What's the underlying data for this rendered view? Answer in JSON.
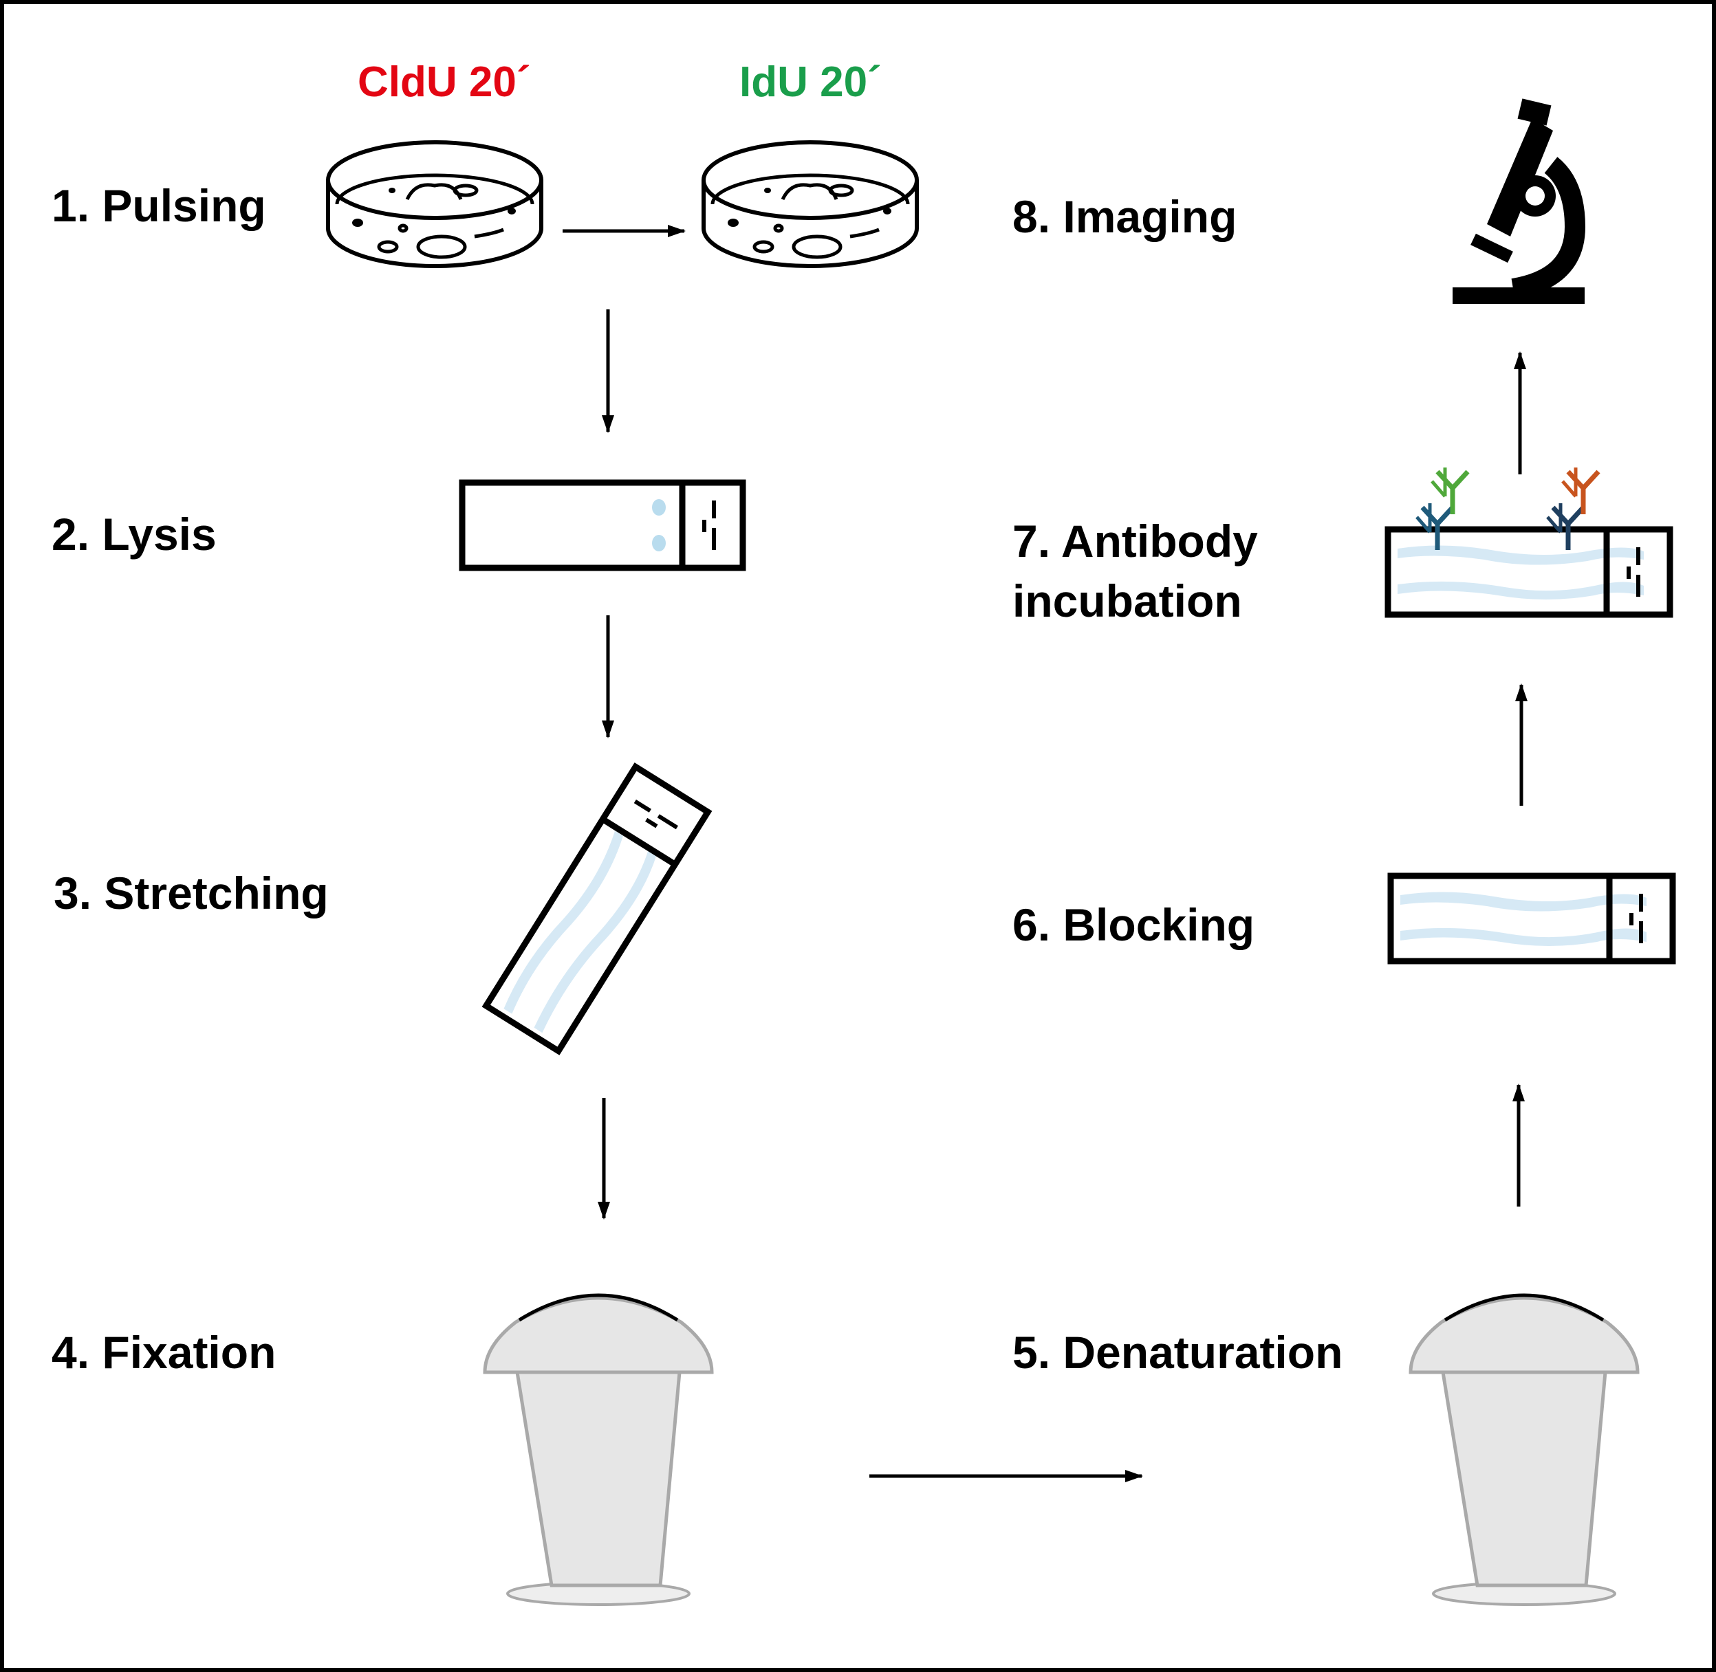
{
  "colors": {
    "cldu": "#e30613",
    "idu": "#1a9e4b",
    "fluid": "#d6e9f5",
    "jar_fill": "#e6e6e6",
    "jar_stroke": "#a9a9a9",
    "antibody_primary": "#1f5a7a",
    "antibody_green": "#4fa83a",
    "antibody_orange": "#c8541e"
  },
  "pulse_labels": {
    "cldu": "CldU 20´",
    "idu": "IdU 20´"
  },
  "steps": {
    "pulsing": "1. Pulsing",
    "lysis": "2. Lysis",
    "stretching": "3. Stretching",
    "fixation": "4. Fixation",
    "denaturation": "5. Denaturation",
    "blocking": "6. Blocking",
    "antibody_line1": "7. Antibody",
    "antibody_line2": "incubation",
    "imaging": "8. Imaging"
  },
  "icons": {
    "dish": "petri-dish-icon",
    "slide": "glass-slide-icon",
    "jar": "coplin-jar-icon",
    "antibody": "antibody-icon",
    "microscope": "microscope-icon"
  }
}
